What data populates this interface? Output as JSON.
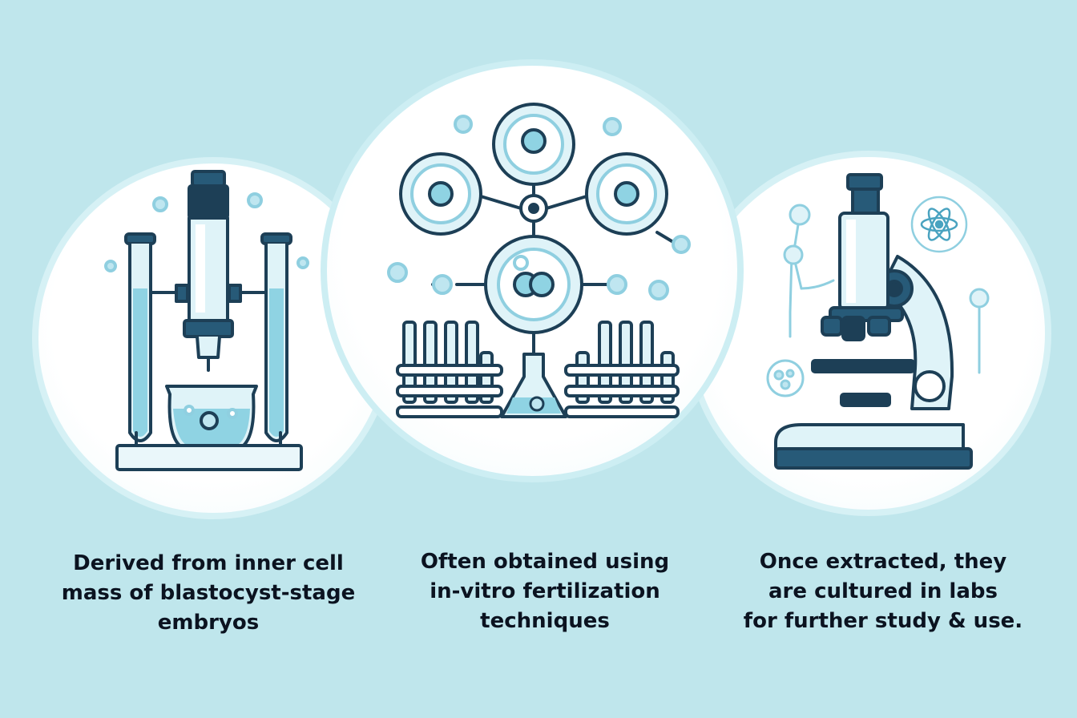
{
  "panels": [
    {
      "caption": "Derived from inner cell\nmass of blastocyst-stage\nembryos",
      "illustration": "pipette-and-test-tube-stand-icon"
    },
    {
      "caption": "Often obtained using\nin-vitro fertilization\ntechniques",
      "illustration": "cell-network-and-flask-icon"
    },
    {
      "caption": "Once extracted, they\nare cultured in labs\nfor further study & use.",
      "illustration": "microscope-icon"
    }
  ],
  "colors": {
    "background": "#bfe6ec",
    "circle": "#ffffff",
    "outline": "#1d3f56",
    "liquid": "#8fd3e3",
    "glass": "#dff3f8",
    "dark_blue": "#275a78"
  }
}
